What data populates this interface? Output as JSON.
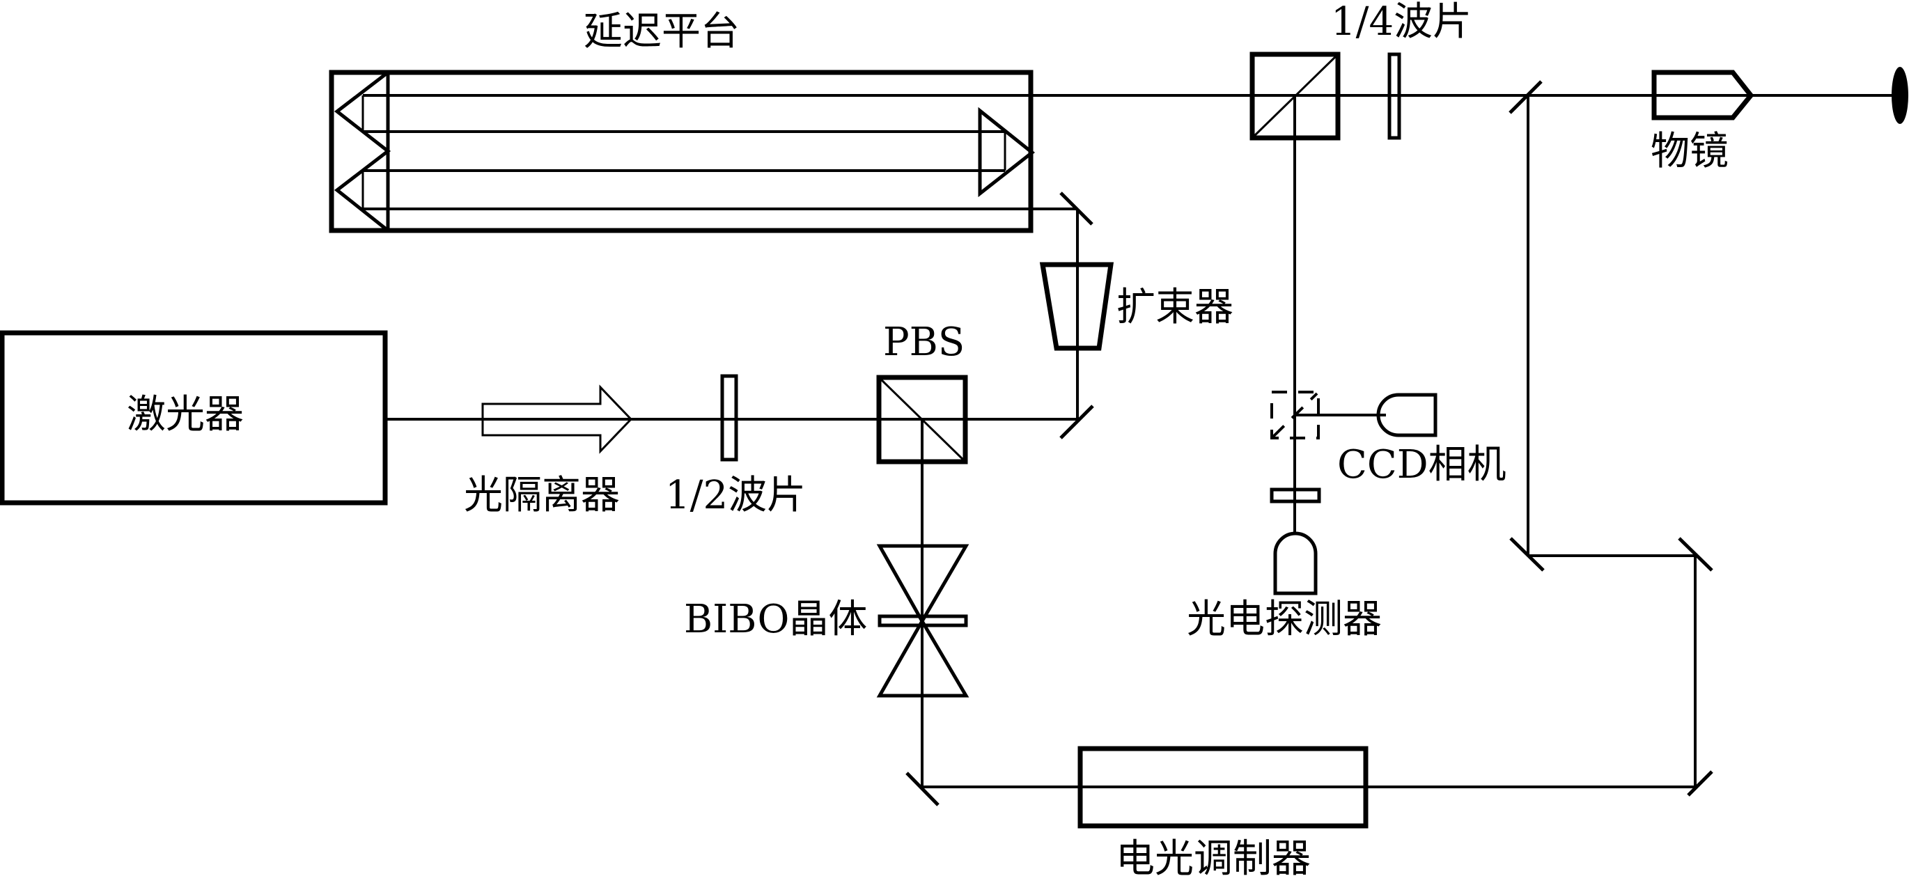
{
  "diagram": {
    "type": "optical-setup-schematic",
    "labels": {
      "laser": "激光器",
      "optical_isolator": "光隔离器",
      "half_wave_plate": "1/2波片",
      "pbs": "PBS",
      "beam_expander": "扩束器",
      "delay_stage": "延迟平台",
      "quarter_wave_plate": "1/4波片",
      "objective": "物镜",
      "ccd_camera": "CCD相机",
      "photodetector": "光电探测器",
      "bibo_crystal": "BIBO晶体",
      "eo_modulator": "电光调制器"
    },
    "colors": {
      "line": "#000000",
      "background": "#ffffff",
      "sample_fill": "#000000"
    },
    "components": [
      "laser",
      "optical_isolator",
      "half_wave_plate",
      "pbs",
      "mirror",
      "beam_expander",
      "mirror",
      "delay_stage",
      "beam_splitter",
      "quarter_wave_plate",
      "mirror",
      "objective",
      "sample",
      "flip_beam_splitter",
      "ccd_camera",
      "filter",
      "photodetector",
      "bibo_crystal",
      "mirror",
      "eo_modulator",
      "mirror",
      "mirror",
      "mirror"
    ]
  }
}
